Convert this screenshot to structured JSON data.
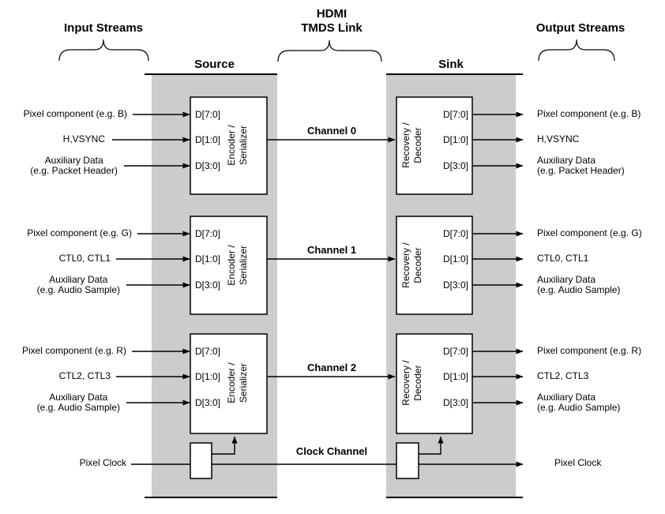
{
  "colors": {
    "panel_fill": "#cccccc",
    "line": "#000000",
    "block_fill": "#ffffff"
  },
  "headers": {
    "input_streams": "Input Streams",
    "hdmi_link": "HDMI\nTMDS Link",
    "output_streams": "Output Streams",
    "source": "Source",
    "sink": "Sink"
  },
  "blocks": {
    "encoder": "Encoder /\nSerializer",
    "decoder": "Recovery /\nDecoder",
    "ports": [
      "D[7:0]",
      "D[1:0]",
      "D[3:0]"
    ]
  },
  "channels": [
    {
      "label": "Channel 0",
      "inputs": [
        "Pixel component (e.g. B)",
        "H,VSYNC",
        "Auxiliary Data\n(e.g. Packet Header)"
      ],
      "outputs": [
        "Pixel component (e.g. B)",
        "H,VSYNC",
        "Auxiliary Data\n(e.g. Packet Header)"
      ]
    },
    {
      "label": "Channel 1",
      "inputs": [
        "Pixel component (e.g. G)",
        "CTL0, CTL1",
        "Auxiliary Data\n(e.g. Audio Sample)"
      ],
      "outputs": [
        "Pixel component (e.g. G)",
        "CTL0, CTL1",
        "Auxiliary Data\n(e.g. Audio Sample)"
      ]
    },
    {
      "label": "Channel 2",
      "inputs": [
        "Pixel component (e.g. R)",
        "CTL2, CTL3",
        "Auxiliary Data\n(e.g. Audio Sample)"
      ],
      "outputs": [
        "Pixel component (e.g. R)",
        "CTL2, CTL3",
        "Auxiliary Data\n(e.g. Audio Sample)"
      ]
    }
  ],
  "clock": {
    "label": "Clock Channel",
    "input": "Pixel Clock",
    "output": "Pixel Clock"
  }
}
